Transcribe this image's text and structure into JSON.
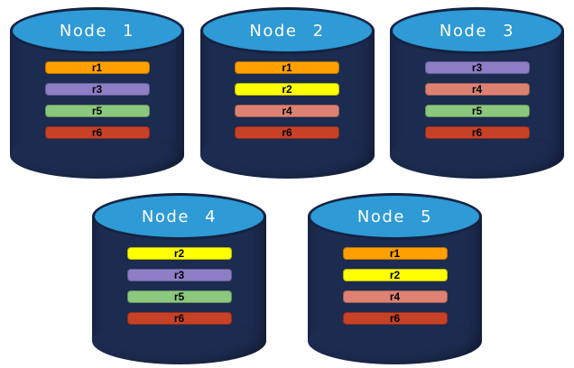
{
  "diagram": {
    "kind": "database-replica-placement",
    "background": "#ffffff"
  },
  "colors": {
    "cylinder_body": "#1c2b50",
    "cylinder_outline": "#152240",
    "cylinder_top_fill": "#2e9ad6",
    "node_title_text": "#ffffff",
    "replica_label_text": "#000000",
    "background": "#ffffff",
    "replicas": {
      "r1": "#ffa000",
      "r2": "#ffff00",
      "r3": "#8d7ec6",
      "r4": "#dd8273",
      "r5": "#8bc87e",
      "r6": "#c74127"
    }
  },
  "nodes": [
    {
      "label": "Node 1",
      "replicas": [
        "r1",
        "r3",
        "r5",
        "r6"
      ]
    },
    {
      "label": "Node 2",
      "replicas": [
        "r1",
        "r2",
        "r4",
        "r6"
      ]
    },
    {
      "label": "Node 3",
      "replicas": [
        "r3",
        "r4",
        "r5",
        "r6"
      ]
    },
    {
      "label": "Node 4",
      "replicas": [
        "r2",
        "r3",
        "r5",
        "r6"
      ]
    },
    {
      "label": "Node 5",
      "replicas": [
        "r1",
        "r2",
        "r4",
        "r6"
      ]
    }
  ]
}
